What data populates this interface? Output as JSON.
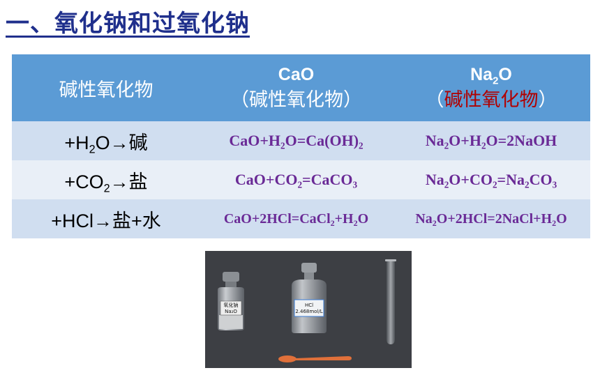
{
  "title": "一、氧化钠和过氧化钠",
  "table": {
    "header": {
      "col0": "碱性氧化物",
      "col1_main": "CaO",
      "col1_sub": "（碱性氧化物）",
      "col2_main_a": "Na",
      "col2_main_sub": "2",
      "col2_main_b": "O",
      "col2_sub_open": "（",
      "col2_sub_text": "碱性氧化物",
      "col2_sub_close": "）"
    },
    "rows": [
      {
        "head": [
          "+H",
          "2",
          "O→碱"
        ],
        "cao": [
          "CaO+H",
          "2",
          "O=Ca(OH)",
          "2"
        ],
        "na2o": [
          "Na",
          "2",
          "O+H",
          "2",
          "O=2NaOH"
        ]
      },
      {
        "head": [
          "+CO",
          "2",
          "→盐"
        ],
        "cao": [
          "CaO+CO",
          "2",
          "=CaCO",
          "3"
        ],
        "na2o": [
          "Na",
          "2",
          "O+CO",
          "2",
          "=Na",
          "2",
          "CO",
          "3"
        ]
      },
      {
        "head": [
          "+HCl→盐+水"
        ],
        "cao": [
          "CaO+2HCl=CaCl",
          "2",
          "+H",
          "2",
          "O"
        ],
        "na2o": [
          "Na",
          "2",
          "O+2HCl=2NaCl+H",
          "2",
          "O"
        ]
      }
    ]
  },
  "photo": {
    "bottle1_label_line1": "氧化钠",
    "bottle1_label_line2": "Na₂O",
    "bottle2_label_line1": "HCl",
    "bottle2_label_line2": "2.468mol/L"
  },
  "colors": {
    "title": "#1f2f8c",
    "header_bg": "#5b9bd5",
    "row_dark": "#d0def0",
    "row_light": "#e9eff7",
    "equation": "#6a2a96",
    "red_text": "#b00000",
    "photo_bg": "#3d3f44"
  }
}
